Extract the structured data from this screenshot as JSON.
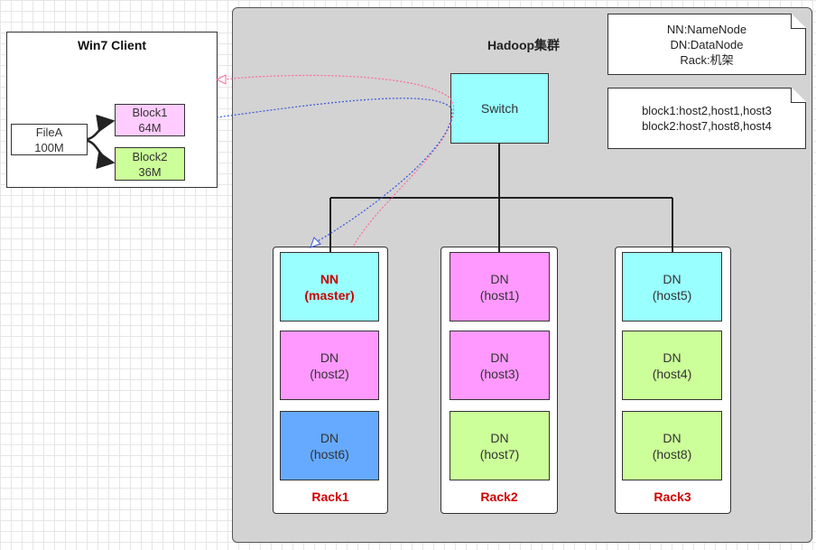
{
  "client": {
    "title": "Win7 Client",
    "file": {
      "name": "FileA",
      "size": "100M"
    },
    "blocks": [
      {
        "name": "Block1",
        "size": "64M",
        "color": "#ffccff"
      },
      {
        "name": "Block2",
        "size": "36M",
        "color": "#ccff99"
      }
    ]
  },
  "cluster": {
    "title": "Hadoop集群",
    "switch_label": "Switch",
    "switch_color": "#99ffff"
  },
  "notes": {
    "legend": [
      "NN:NameNode",
      "DN:DataNode",
      "Rack:机架"
    ],
    "blocks": [
      "block1:host2,host1,host3",
      "block2:host7,host8,host4"
    ]
  },
  "racks": [
    {
      "label": "Rack1",
      "nodes": [
        {
          "line1": "NN",
          "line2": "(master)",
          "color": "#99ffff",
          "role": "namenode"
        },
        {
          "line1": "DN",
          "line2": "(host2)",
          "color": "#ff99ff"
        },
        {
          "line1": "DN",
          "line2": "(host6)",
          "color": "#66aaff"
        }
      ]
    },
    {
      "label": "Rack2",
      "nodes": [
        {
          "line1": "DN",
          "line2": "(host1)",
          "color": "#ff99ff"
        },
        {
          "line1": "DN",
          "line2": "(host3)",
          "color": "#ff99ff"
        },
        {
          "line1": "DN",
          "line2": "(host7)",
          "color": "#ccff99"
        }
      ]
    },
    {
      "label": "Rack3",
      "nodes": [
        {
          "line1": "DN",
          "line2": "(host5)",
          "color": "#99ffff"
        },
        {
          "line1": "DN",
          "line2": "(host4)",
          "color": "#ccff99"
        },
        {
          "line1": "DN",
          "line2": "(host8)",
          "color": "#ccff99"
        }
      ]
    }
  ],
  "colors": {
    "rack_label": "#d00000",
    "cluster_bg": "#d3d3d3",
    "request_line": "#ff6699",
    "response_line": "#3355dd"
  }
}
